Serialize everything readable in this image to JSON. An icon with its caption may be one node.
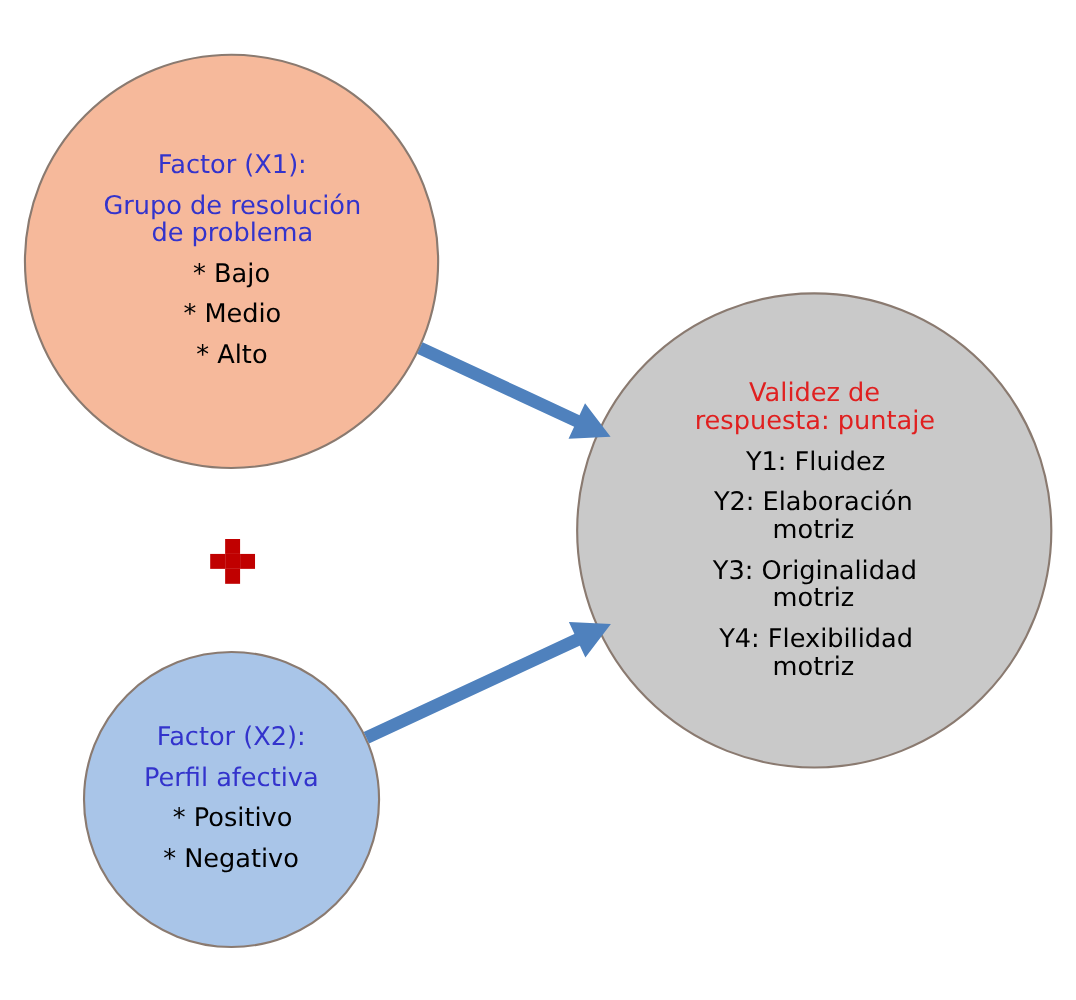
{
  "diagram": {
    "nodes": [
      {
        "text": [
          "Factor (X1):",
          "Grupo de resolución de problema",
          "* Bajo",
          "* Medio",
          "* Alto"
        ]
      },
      {
        "text": [],
        "shape": "cross"
      },
      {
        "text": [
          "Factor (X2):",
          "Perfil afectiva",
          "* Positivo",
          "* Negativo"
        ]
      },
      {
        "text": [
          "Validez de respuesta: puntaje",
          "Y1: Fluidez",
          "Y2: Elaboración motriz",
          "Y3: Originalidad motriz",
          "Y4: Flexibilidad motriz"
        ]
      }
    ],
    "edges": [
      {
        "from": 0,
        "to": 3,
        "arrow": "to"
      },
      {
        "from": 2,
        "to": 3,
        "arrow": "to"
      }
    ]
  }
}
